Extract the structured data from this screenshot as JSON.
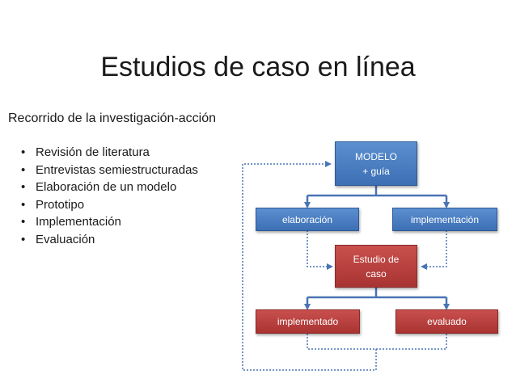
{
  "slide": {
    "title": "Estudios de caso en línea",
    "subtitle": "Recorrido de la investigación-acción",
    "bullets": [
      "Revisión de literatura",
      "Entrevistas semiestructuradas",
      "Elaboración de un modelo",
      "Prototipo",
      "Implementación",
      "Evaluación"
    ]
  },
  "diagram": {
    "modelo": {
      "line1": "MODELO",
      "line2": "+ guía"
    },
    "elaboracion": "elaboración",
    "implementacion": "implementación",
    "estudio": {
      "line1": "Estudio de",
      "line2": "caso"
    },
    "implementado": "implementado",
    "evaluado": "evaluado"
  },
  "colors": {
    "blue_box": "#4a7ec2",
    "red_box": "#b84341",
    "connector": "#4a74b5"
  }
}
